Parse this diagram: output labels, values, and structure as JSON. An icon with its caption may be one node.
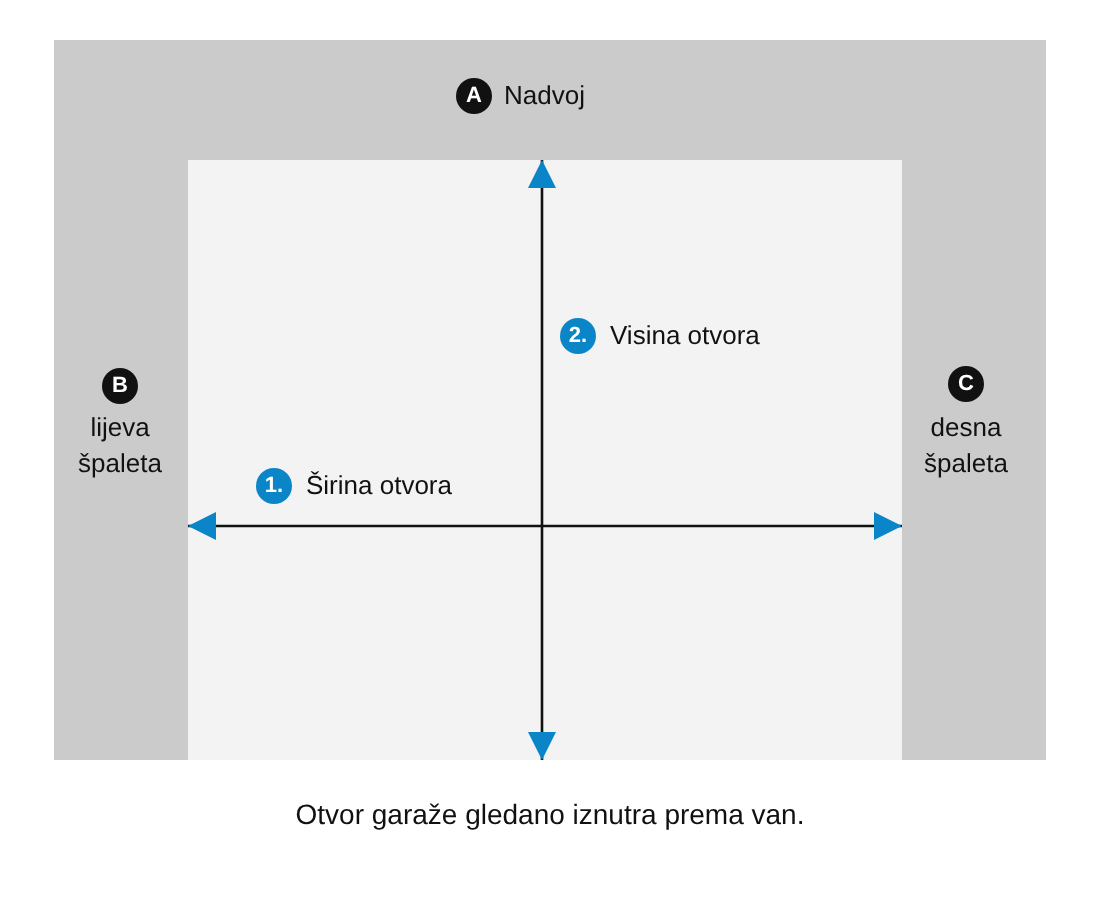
{
  "diagram": {
    "caption": "Otvor garaže gledano iznutra prema van.",
    "labels": [
      "A",
      "Nadvoj",
      "B",
      "lijeva špaleta",
      "C",
      "desna špaleta",
      "2.",
      "Visina otvora",
      "1.",
      "Širina otvora"
    ]
  }
}
